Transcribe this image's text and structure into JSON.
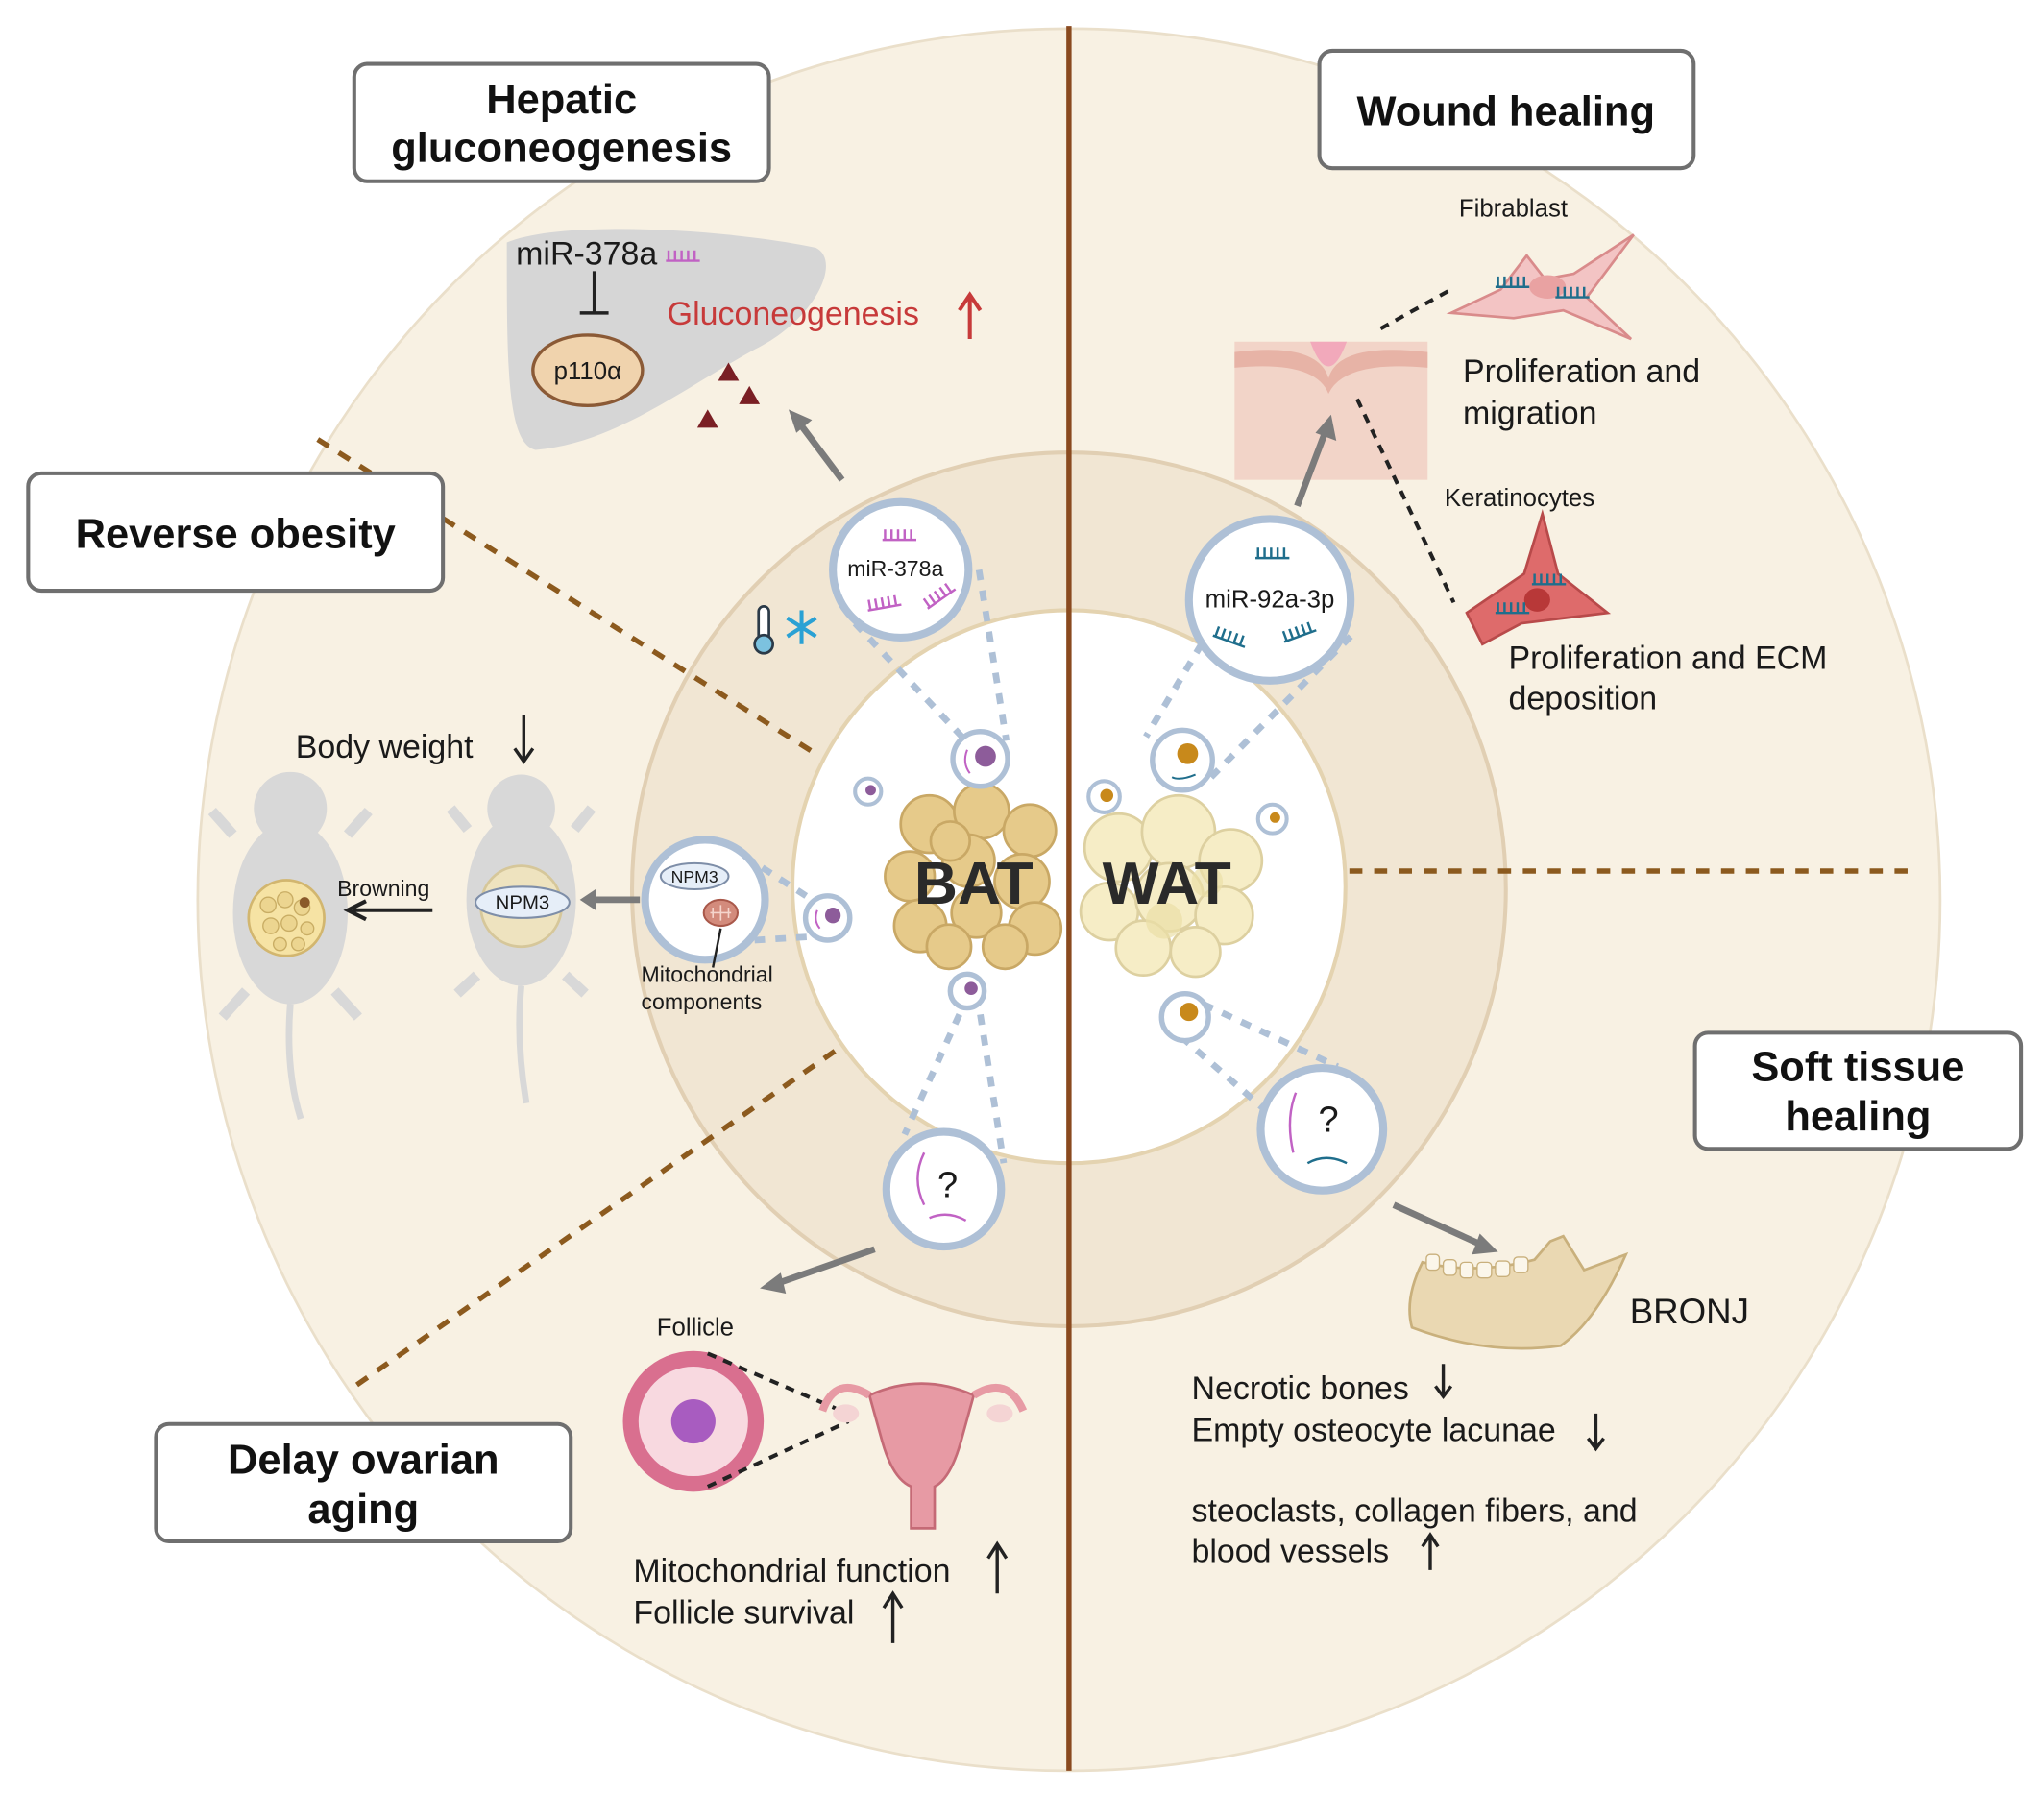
{
  "boxes": {
    "hepatic": [
      "Hepatic",
      "gluconeogenesis"
    ],
    "wound": [
      "Wound healing"
    ],
    "obesity": [
      "Reverse obesity"
    ],
    "soft_tissue": [
      "Soft tissue",
      "healing"
    ],
    "ovarian": [
      "Delay ovarian",
      "aging"
    ]
  },
  "core": {
    "bat": "BAT",
    "wat": "WAT"
  },
  "hepatic": {
    "mirna": "miR-378a",
    "target": "p110α",
    "effect": "Gluconeogenesis"
  },
  "vesicles": {
    "bat_top": "miR-378a",
    "wat_top": "miR-92a-3p",
    "npm3_small": "NPM3",
    "unknown_bat": "?",
    "unknown_wat": "?"
  },
  "obesity": {
    "body_weight": "Body weight",
    "browning": "Browning",
    "npm3": "NPM3",
    "mito": [
      "Mitochondrial",
      "components"
    ]
  },
  "wound": {
    "fibroblast": "Fibrablast",
    "fibro_effect": [
      "Proliferation and",
      "migration"
    ],
    "keratinocytes": "Keratinocytes",
    "kera_effect": [
      "Proliferation and ECM",
      "deposition"
    ]
  },
  "ovarian": {
    "follicle": "Follicle",
    "effects": [
      "Mitochondrial function",
      "Follicle survival"
    ]
  },
  "soft_tissue": {
    "bronj": "BRONJ",
    "effects_down": [
      "Necrotic bones",
      "Empty osteocyte lacunae"
    ],
    "effects_up": [
      "steoclasts, collagen fibers, and",
      "blood vessels"
    ]
  },
  "colors": {
    "outer_ring": "#f8f1e3",
    "middle_ring": "#f1e6d3",
    "divider": "#8a4a1f",
    "dashed_divider": "#8c5a1e",
    "vesicle_border": "#a9bcd4",
    "mirna_pink": "#c162c4",
    "mirna_teal": "#1f6e8c",
    "red_text": "#c73a3a"
  }
}
